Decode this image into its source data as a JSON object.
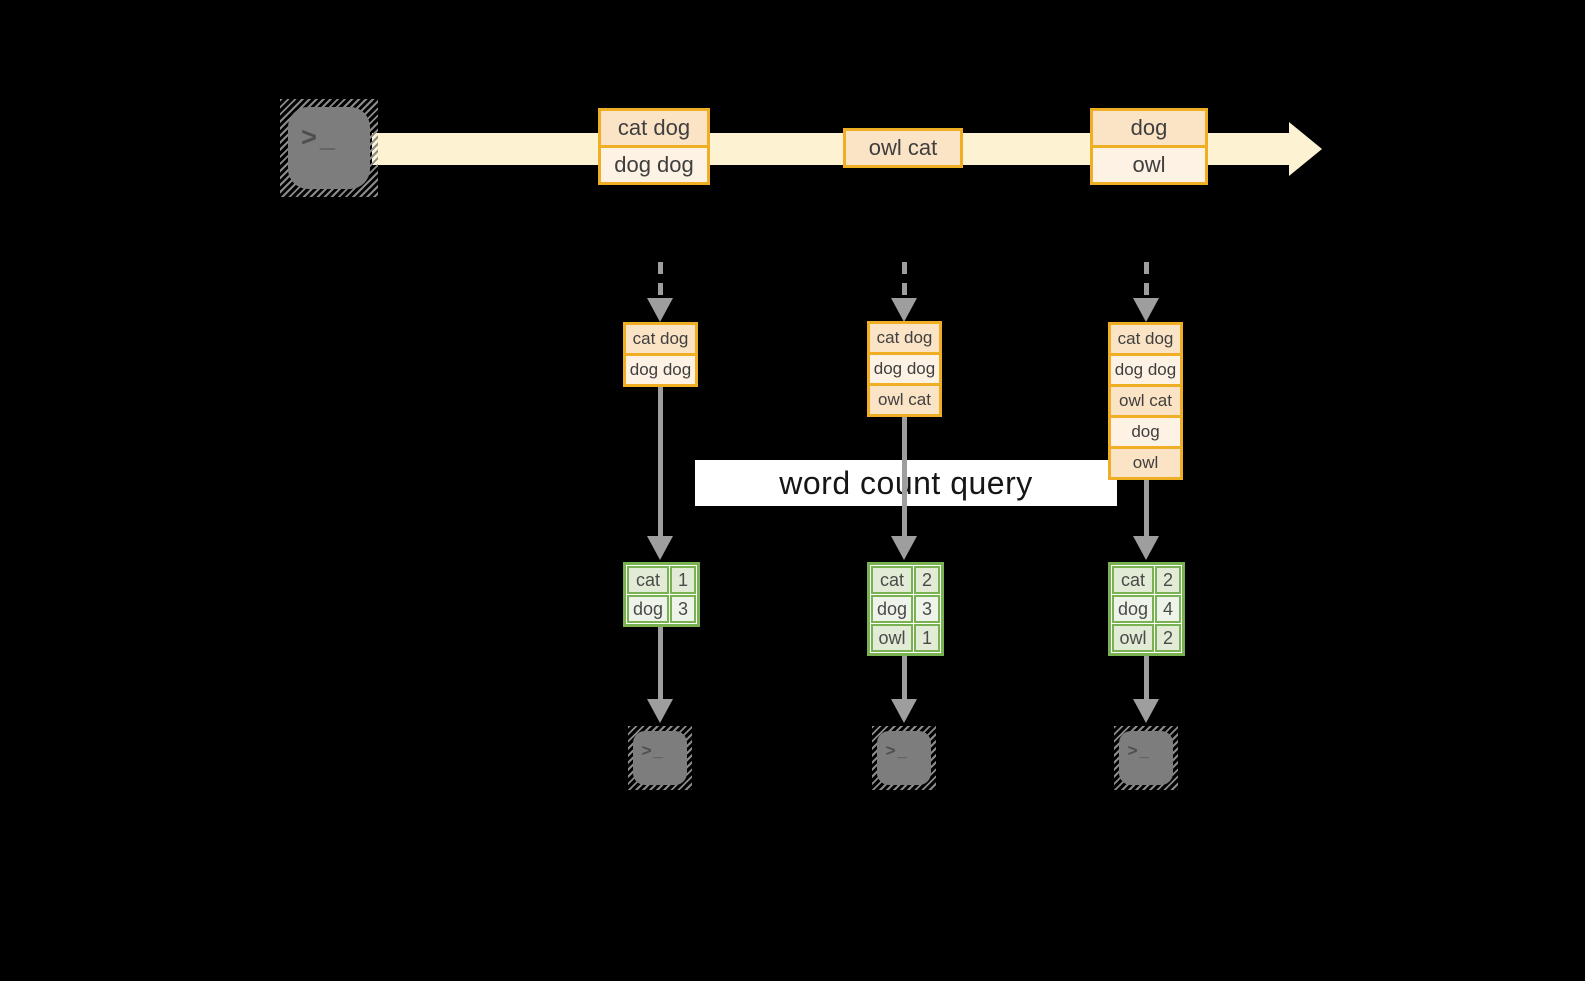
{
  "diagram": {
    "title": "word count query",
    "stream": {
      "event_groups": [
        {
          "messages": [
            "cat dog",
            "dog dog"
          ]
        },
        {
          "messages": [
            "owl cat"
          ]
        },
        {
          "messages": [
            "dog",
            "owl"
          ]
        }
      ]
    },
    "windows": [
      {
        "messages": [
          "cat dog",
          "dog dog"
        ]
      },
      {
        "messages": [
          "cat dog",
          "dog dog",
          "owl cat"
        ]
      },
      {
        "messages": [
          "cat dog",
          "dog dog",
          "owl cat",
          "dog",
          "owl"
        ]
      }
    ],
    "count_tables": [
      {
        "rows": [
          {
            "word": "cat",
            "count": "1"
          },
          {
            "word": "dog",
            "count": "3"
          }
        ]
      },
      {
        "rows": [
          {
            "word": "cat",
            "count": "2"
          },
          {
            "word": "dog",
            "count": "3"
          },
          {
            "word": "owl",
            "count": "1"
          }
        ]
      },
      {
        "rows": [
          {
            "word": "cat",
            "count": "2"
          },
          {
            "word": "dog",
            "count": "4"
          },
          {
            "word": "owl",
            "count": "2"
          }
        ]
      }
    ],
    "icons": {
      "terminal_glyph": ">_"
    },
    "colors": {
      "background": "#000000",
      "stream_band": "#fdf3d3",
      "event_border": "#f0ae24",
      "event_fill_dark": "#fbe3c5",
      "event_fill_light": "#fdf2e3",
      "table_border": "#79b351",
      "table_fill_dark": "#e2ebd5",
      "table_fill_light": "#eff4ea",
      "arrow_gray": "#9e9e9e",
      "terminal_gray": "#7d7d7d",
      "banner_bg": "#ffffff"
    }
  }
}
